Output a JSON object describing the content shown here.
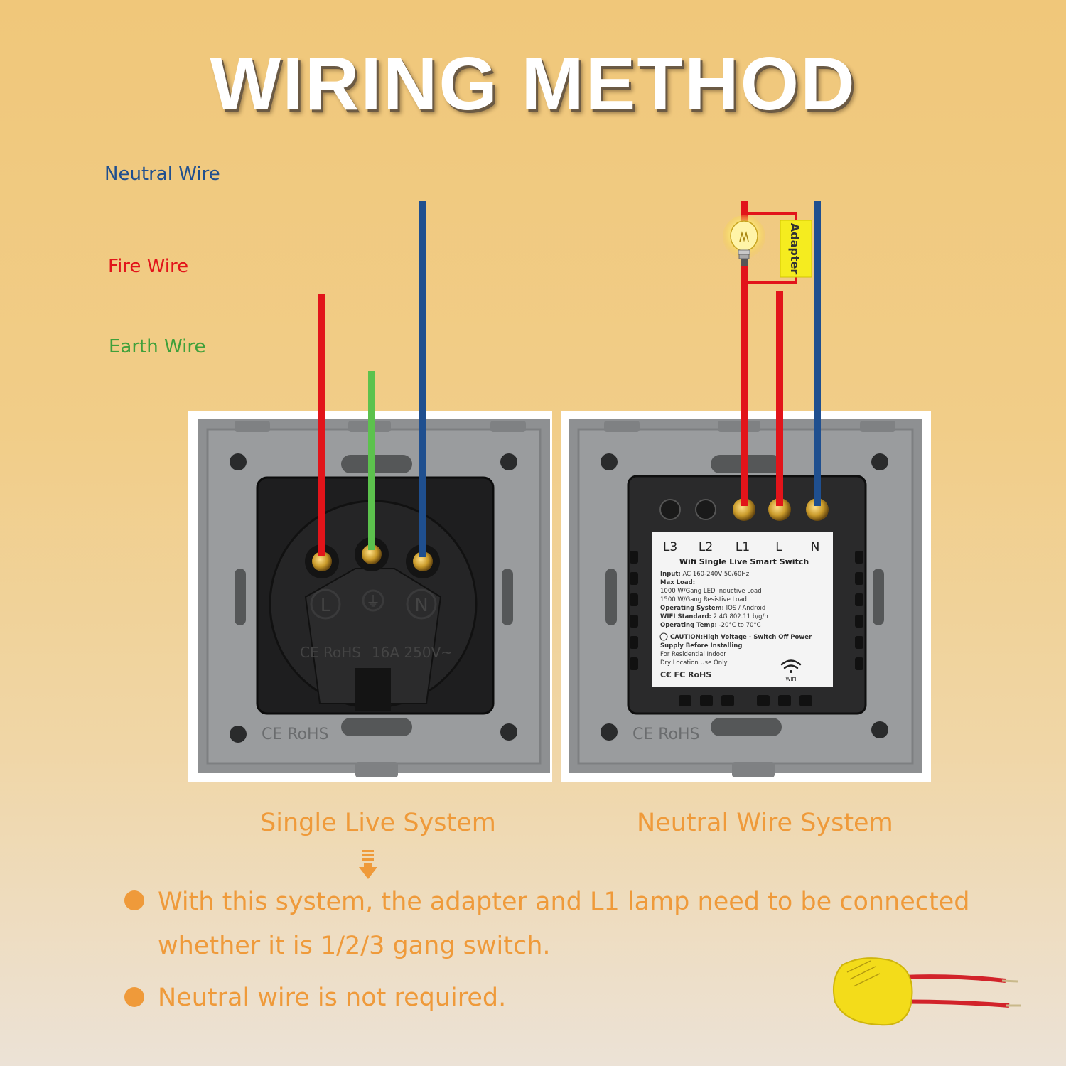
{
  "title": "WIRING METHOD",
  "wires": {
    "neutral_label": "Neutral Wire",
    "fire_label": "Fire Wire",
    "earth_label": "Earth Wire"
  },
  "adapter_label": "Adapter",
  "socket": {
    "terminal_l": "L",
    "terminal_n": "N",
    "earth_symbol": "⏚",
    "marks_left": "CE RoHS",
    "marks_right": "16A 250V~",
    "plate_marks": "CE RoHS"
  },
  "switch": {
    "terminals": [
      "L3",
      "L2",
      "L1",
      "L",
      "N"
    ],
    "product_name": "Wifi Single Live Smart Switch",
    "specs": [
      {
        "key": "Input:",
        "value": "AC 160-240V 50/60Hz"
      },
      {
        "key": "Max Load:",
        "value": ""
      },
      {
        "key": "",
        "value": "1000 W/Gang LED Inductive Load"
      },
      {
        "key": "",
        "value": "1500 W/Gang Resistive Load"
      },
      {
        "key": "Operating System:",
        "value": "IOS / Android"
      },
      {
        "key": "WIFI Standard:",
        "value": "2.4G 802.11 b/g/n"
      },
      {
        "key": "Operating Temp:",
        "value": "-20°C to 70°C"
      }
    ],
    "caution_title": "CAUTION:High Voltage - Switch Off  Power",
    "caution_line2": "Supply Before Installing",
    "indoor_line1": "For Residential Indoor",
    "indoor_line2": "Dry Location Use Only",
    "cert_marks": "C€ FC RoHS",
    "wifi_label": "WIFI",
    "plate_marks": "CE RoHS"
  },
  "captions": {
    "left": "Single Live System",
    "right": "Neutral Wire System"
  },
  "notes": [
    "With this system, the adapter and L1 lamp need to be connected whether it is 1/2/3 gang switch.",
    "Neutral wire is not required."
  ],
  "colors": {
    "neutral": "#1f4f8f",
    "fire": "#e2141a",
    "earth": "#5cc24d",
    "accent_orange": "#ef9a3a"
  }
}
